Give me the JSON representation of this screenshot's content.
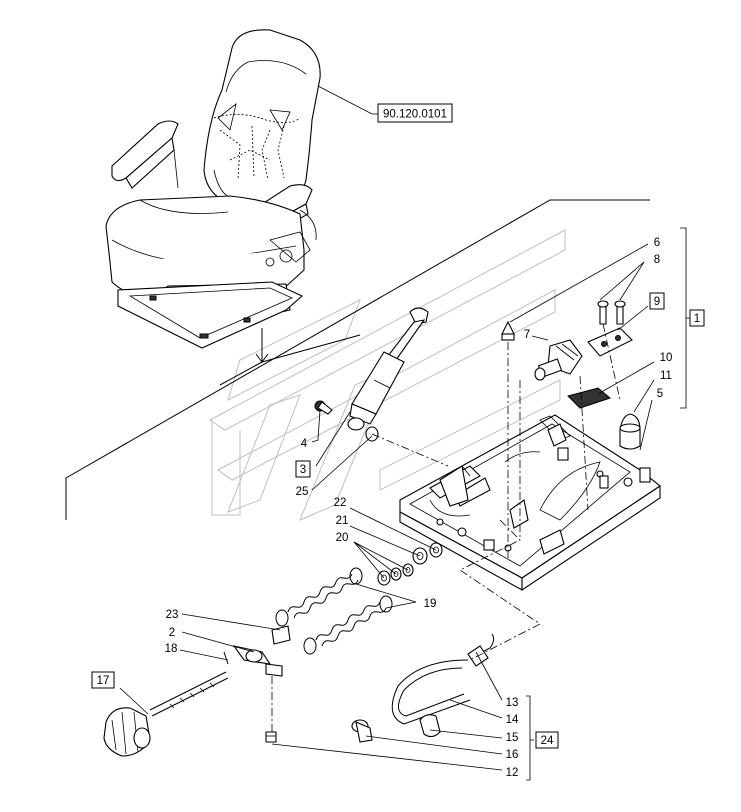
{
  "reference": "90.120.0101",
  "callouts": [
    {
      "id": "c1",
      "text": "1",
      "boxed": true
    },
    {
      "id": "c2",
      "text": "2",
      "boxed": false
    },
    {
      "id": "c3",
      "text": "3",
      "boxed": true
    },
    {
      "id": "c4",
      "text": "4",
      "boxed": false
    },
    {
      "id": "c5",
      "text": "5",
      "boxed": false
    },
    {
      "id": "c6",
      "text": "6",
      "boxed": false
    },
    {
      "id": "c7",
      "text": "7",
      "boxed": false
    },
    {
      "id": "c8",
      "text": "8",
      "boxed": false
    },
    {
      "id": "c9",
      "text": "9",
      "boxed": true
    },
    {
      "id": "c10",
      "text": "10",
      "boxed": false
    },
    {
      "id": "c11",
      "text": "11",
      "boxed": false
    },
    {
      "id": "c12",
      "text": "12",
      "boxed": false
    },
    {
      "id": "c13",
      "text": "13",
      "boxed": false
    },
    {
      "id": "c14",
      "text": "14",
      "boxed": false
    },
    {
      "id": "c15",
      "text": "15",
      "boxed": false
    },
    {
      "id": "c16",
      "text": "16",
      "boxed": false
    },
    {
      "id": "c17",
      "text": "17",
      "boxed": true
    },
    {
      "id": "c18",
      "text": "18",
      "boxed": false
    },
    {
      "id": "c19",
      "text": "19",
      "boxed": false
    },
    {
      "id": "c20",
      "text": "20",
      "boxed": false
    },
    {
      "id": "c21",
      "text": "21",
      "boxed": false
    },
    {
      "id": "c22",
      "text": "22",
      "boxed": false
    },
    {
      "id": "c23",
      "text": "23",
      "boxed": false
    },
    {
      "id": "c24",
      "text": "24",
      "boxed": true
    },
    {
      "id": "c25",
      "text": "25",
      "boxed": false
    }
  ]
}
